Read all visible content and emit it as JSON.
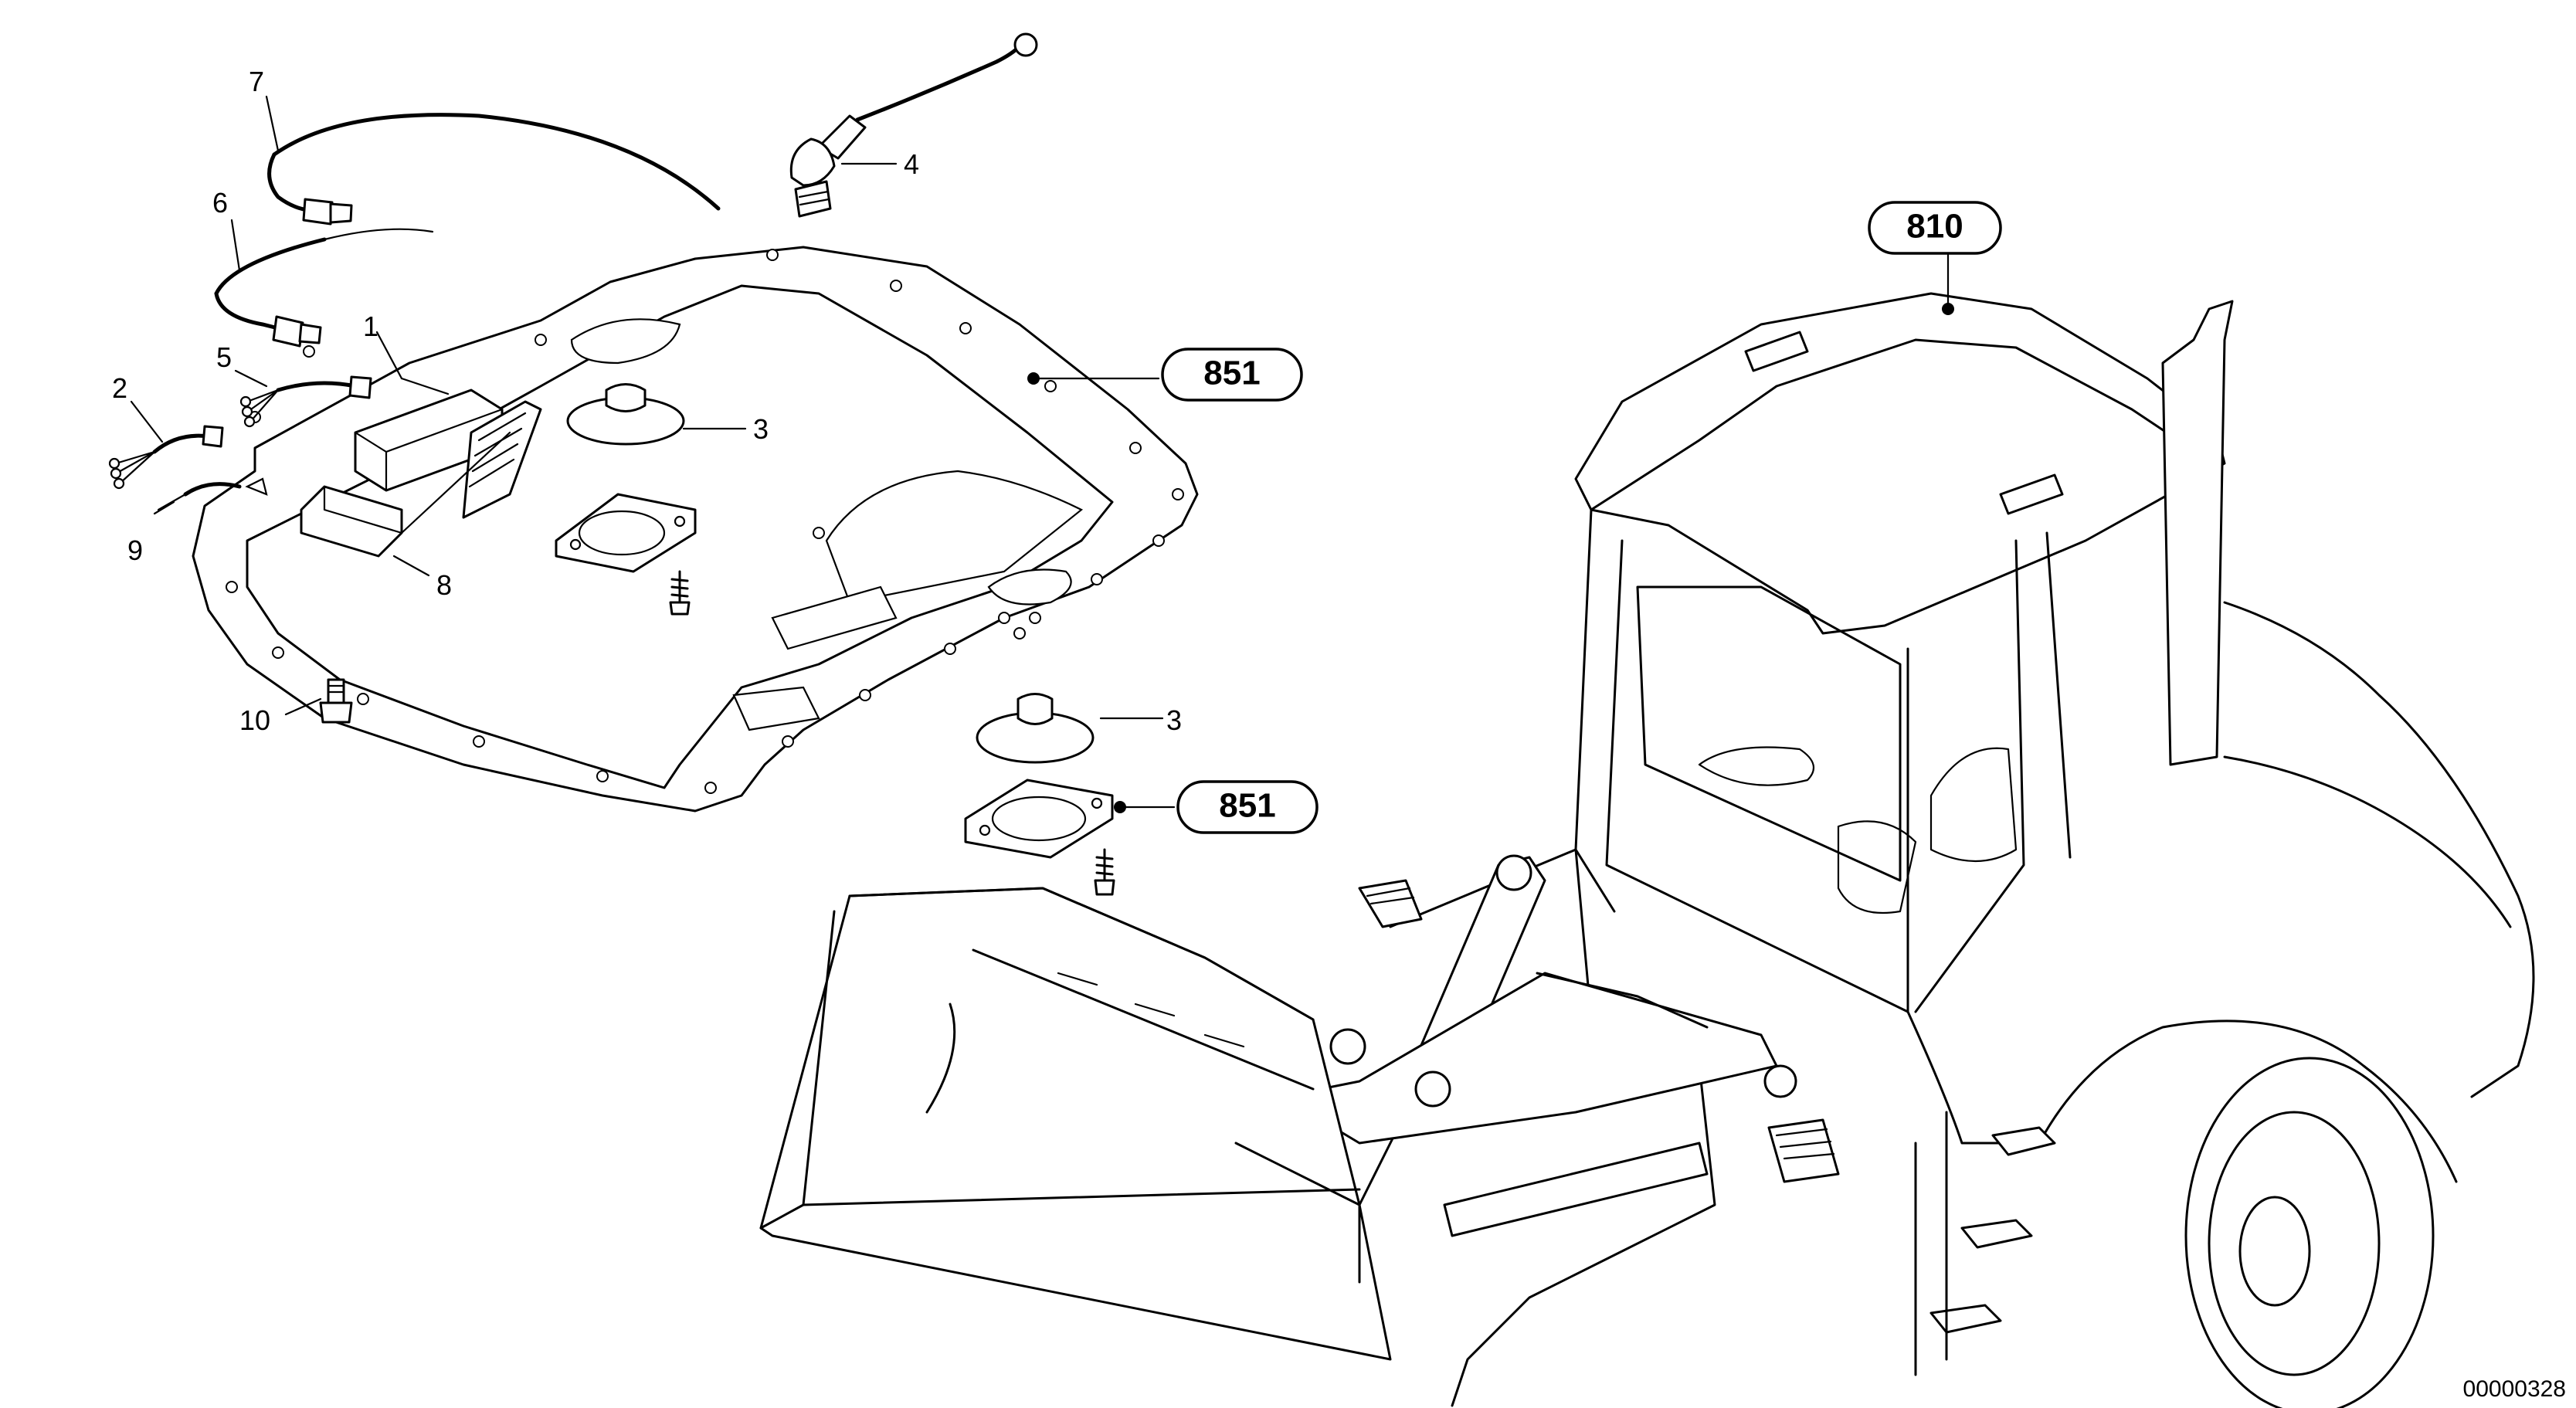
{
  "figure": {
    "doc_number": "00000328"
  },
  "callouts": [
    {
      "id": "callout-810",
      "label": "810"
    },
    {
      "id": "callout-851-top",
      "label": "851"
    },
    {
      "id": "callout-851-bottom",
      "label": "851"
    }
  ],
  "items": [
    {
      "label": "1"
    },
    {
      "label": "2"
    },
    {
      "label": "3"
    },
    {
      "label": "3"
    },
    {
      "label": "4"
    },
    {
      "label": "5"
    },
    {
      "label": "6"
    },
    {
      "label": "7"
    },
    {
      "label": "8"
    },
    {
      "label": "9"
    },
    {
      "label": "10"
    }
  ]
}
